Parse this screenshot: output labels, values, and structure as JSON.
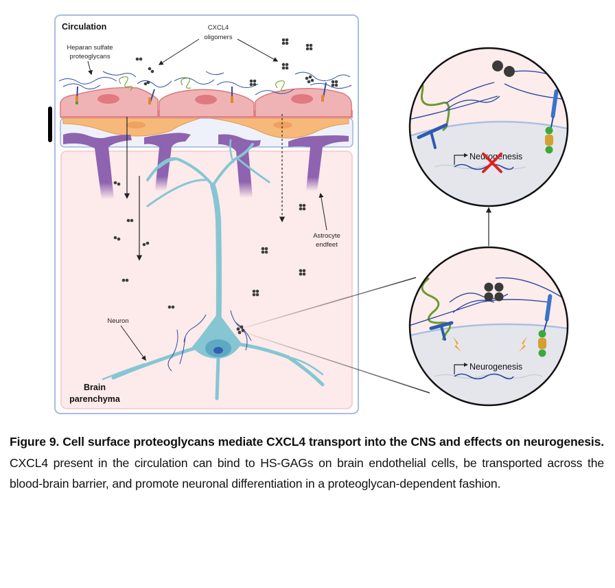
{
  "figure": {
    "labels": {
      "circulation": "Circulation",
      "cxcl4_line1": "CXCL4",
      "cxcl4_line2": "oligomers",
      "hspg_line1": "Heparan sulfate",
      "hspg_line2": "proteoglycans",
      "astro_line1": "Astrocyte",
      "astro_line2": "endfeet",
      "neuron": "Neuron",
      "brain_line1": "Brain",
      "brain_line2": "parenchyma"
    },
    "insets": {
      "top": {
        "label": "Neurogenesis",
        "state": "blocked"
      },
      "bottom": {
        "label": "Neurogenesis",
        "state": "promoted"
      }
    },
    "colors": {
      "endothelial": "#e8a4a6",
      "pericyte": "#f6b97a",
      "astrocyte": "#8e63b0",
      "neuron": "#86c6d3",
      "parenchyma": "#fdeaea",
      "frame": "#a9bbe0",
      "oligomer": "#3d3d3d",
      "block_x": "#e02020"
    }
  },
  "caption": {
    "bold": "Figure 9. Cell surface proteoglycans mediate CXCL4 transport into the CNS and effects on neurogenesis.",
    "text": " CXCL4 present in the circulation can bind to HS-GAGs on brain endothelial cells, be transported across the blood-brain barrier, and promote neuronal differentiation in a proteoglycan-dependent fashion."
  }
}
